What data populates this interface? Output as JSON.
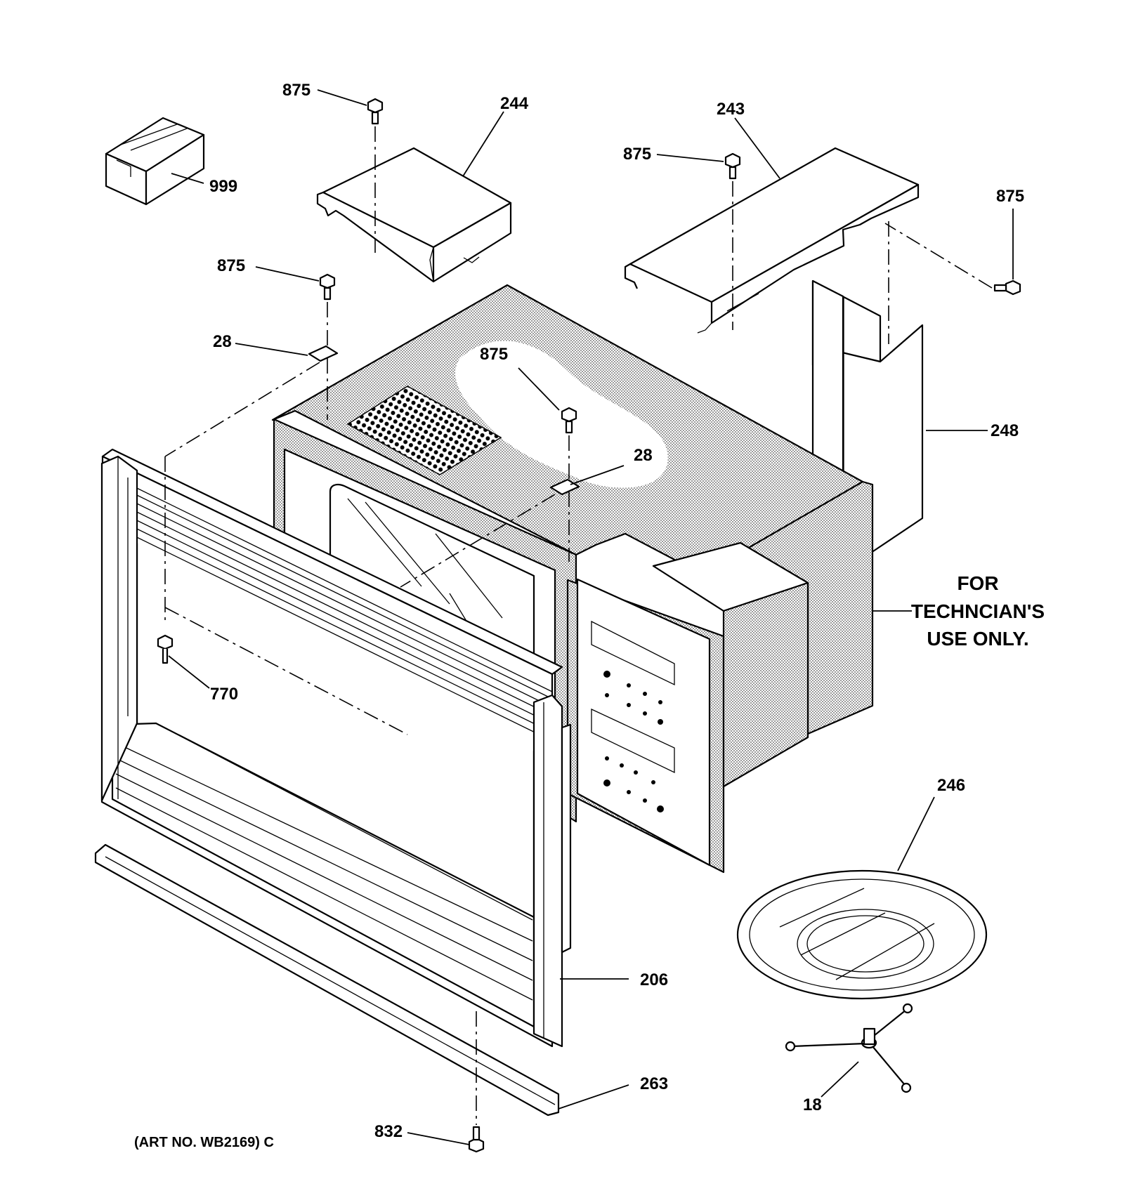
{
  "diagram": {
    "callouts": {
      "p875_a": "875",
      "p244": "244",
      "p243": "243",
      "p875_b": "875",
      "p875_c": "875",
      "p999": "999",
      "p875_d": "875",
      "p28_a": "28",
      "p875_e": "875",
      "p28_b": "28",
      "p248": "248",
      "p770": "770",
      "p246": "246",
      "p206": "206",
      "p263": "263",
      "p18": "18",
      "p832": "832"
    },
    "note_lines": [
      "FOR",
      "TECHNCIAN'S",
      "USE ONLY."
    ],
    "art_number": "(ART NO. WB2169) C"
  }
}
